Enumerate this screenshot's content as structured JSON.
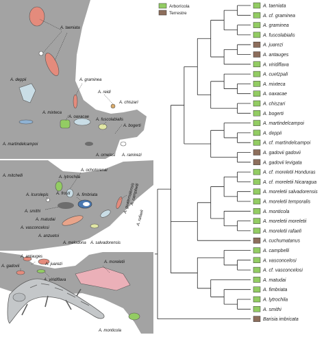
{
  "legend": [
    {
      "label": "Arborícola",
      "color": "#93cc63"
    },
    {
      "label": "Terrestre",
      "color": "#8d6e5c"
    }
  ],
  "colors": {
    "arboreal": "#93cc63",
    "terrestrial": "#8d6e5c",
    "land": "#a3a3a3",
    "water": "#ffffff"
  },
  "taxa": [
    {
      "name": "A. taeniata",
      "habit": "arboreal"
    },
    {
      "name": "A. cf. graminea",
      "habit": "arboreal"
    },
    {
      "name": "A. graminea",
      "habit": "arboreal"
    },
    {
      "name": "A. fuscolabialis",
      "habit": "arboreal"
    },
    {
      "name": "A. juarezi",
      "habit": "terrestrial"
    },
    {
      "name": "A. antauges",
      "habit": "terrestrial"
    },
    {
      "name": "A. viridiflava",
      "habit": "arboreal"
    },
    {
      "name": "A. cuetzpali",
      "habit": "arboreal"
    },
    {
      "name": "A. mixteca",
      "habit": "arboreal"
    },
    {
      "name": "A. oaxacae",
      "habit": "arboreal"
    },
    {
      "name": "A. chiszari",
      "habit": "arboreal"
    },
    {
      "name": "A. bogerti",
      "habit": "arboreal"
    },
    {
      "name": "A. martindelcampoi",
      "habit": "arboreal"
    },
    {
      "name": "A. deppii",
      "habit": "arboreal"
    },
    {
      "name": "A. cf. martindelcampoi",
      "habit": "arboreal"
    },
    {
      "name": "A. gadovii gadovii",
      "habit": "terrestrial"
    },
    {
      "name": "A. gadovii levigata",
      "habit": "terrestrial"
    },
    {
      "name": "A. cf. moreletii Honduras",
      "habit": "arboreal"
    },
    {
      "name": "A. cf. moreletii Nicaragua",
      "habit": "arboreal"
    },
    {
      "name": "A. moreletii salvadorensis",
      "habit": "arboreal"
    },
    {
      "name": "A. moreletii temporalis",
      "habit": "arboreal"
    },
    {
      "name": "A. monticola",
      "habit": "arboreal"
    },
    {
      "name": "A. moreletii moreletii",
      "habit": "arboreal"
    },
    {
      "name": "A. moreletii rafaeli",
      "habit": "arboreal"
    },
    {
      "name": "A. cuchumatanus",
      "habit": "terrestrial"
    },
    {
      "name": "A. campbelli",
      "habit": "arboreal"
    },
    {
      "name": "A. vasconcelosi",
      "habit": "arboreal"
    },
    {
      "name": "A. cf. vasconcelosi",
      "habit": "arboreal"
    },
    {
      "name": "A. matudai",
      "habit": "arboreal"
    },
    {
      "name": "A. fimbriata",
      "habit": "arboreal"
    },
    {
      "name": "A. lytrochila",
      "habit": "arboreal"
    },
    {
      "name": "A. smithi",
      "habit": "arboreal"
    },
    {
      "name": "Barisia imbricata",
      "habit": "terrestrial"
    }
  ],
  "map1": {
    "taeniata": "A. taeniata",
    "graminea": "A. graminea",
    "deppii": "A. deppii",
    "reidi": "A. reidi",
    "chiszari": "A. chiszari",
    "mixteca": "A. mixteca",
    "oaxacae": "A. oaxacae",
    "fuscolabialis": "A. fuscolabialis",
    "bogerti": "A. bogerti",
    "martindelcampoi": "A. martindelcampoi",
    "ornelasi": "A. ornelasi",
    "ramirezi": "A. ramirezi"
  },
  "map2": {
    "mitchelli": "A. mitchelli",
    "lytrochila": "A. lytrochila",
    "ochotorenai": "A. ochotorenai",
    "lcurolepis": "A. lcurolepis",
    "frosti": "A. frosti",
    "fimbriata": "A. fimbriata",
    "smithi": "A. smithi",
    "matudai": "A. matudai",
    "vasconcelosi": "A. vasconcelosi",
    "anzuetoi": "A. anzuetoi",
    "melodona": "A. melodona",
    "salvadorensis": "A. salvadorensis",
    "guatemalensis": "A. guatemalensis",
    "campbelli": "A. campbelli",
    "rafaeli": "A. rafaeli"
  },
  "map3": {
    "antauges": "A. antauges",
    "juarezi": "A. juarezi",
    "gadovii": "A. gadovii",
    "viridiflava": "A. viridiflava",
    "moreletii": "A. moreletii",
    "monticola": "A. monticola"
  }
}
